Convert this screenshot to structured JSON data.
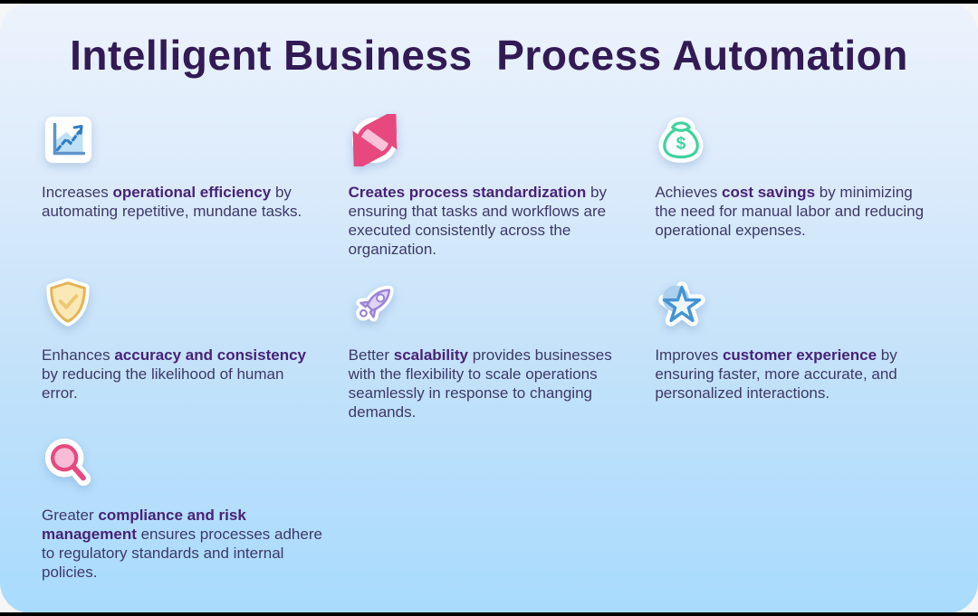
{
  "title": "Intelligent Business  Process Automation",
  "colors": {
    "background_top": "#ecf3fc",
    "background_bottom": "#a8dbfd",
    "title_text": "#321a55",
    "body_text": "#3e3868",
    "bold_text": "#472277",
    "chart_accent": "#2f7cc4",
    "sync_accent": "#e7497f",
    "money_accent": "#3ed39f",
    "shield_accent": "#e4b452",
    "rocket_accent": "#9b85d6",
    "star_accent": "#4494d4",
    "magnifier_accent": "#e7497f"
  },
  "items": [
    {
      "icon": "line-chart-icon",
      "pre": "Increases ",
      "bold": "operational efficiency",
      "post": " by automating repetitive, mundane tasks."
    },
    {
      "icon": "sync-arrows-icon",
      "pre": "",
      "bold": "Creates process standardization",
      "post": " by ensuring that tasks and workflows are executed consistently across the organization."
    },
    {
      "icon": "money-bag-icon",
      "pre": "Achieves ",
      "bold": "cost savings",
      "post": " by minimizing the need for manual labor and reducing operational expenses."
    },
    {
      "icon": "shield-check-icon",
      "pre": "Enhances ",
      "bold": "accuracy and consistency",
      "post": " by reducing the likelihood of human error."
    },
    {
      "icon": "rocket-icon",
      "pre": "Better ",
      "bold": "scalability",
      "post": " provides businesses with the flexibility to scale operations seamlessly in response to changing demands."
    },
    {
      "icon": "star-icon",
      "pre": "Improves ",
      "bold": "customer experience",
      "post": " by ensuring faster, more accurate, and personalized interactions."
    },
    {
      "icon": "magnifier-icon",
      "pre": "Greater ",
      "bold": "compliance and risk management",
      "post": " ensures processes adhere to regulatory standards and internal policies."
    }
  ]
}
